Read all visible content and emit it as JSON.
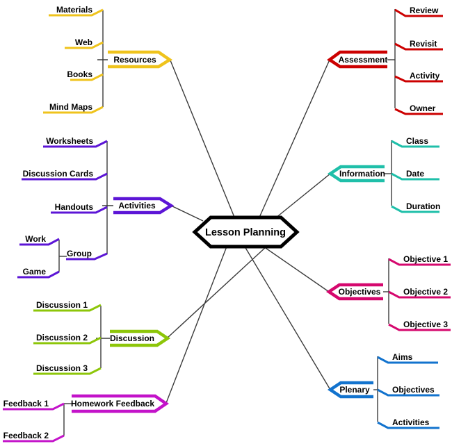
{
  "diagram": {
    "title": "Lesson Planning mind map",
    "background": "#ffffff",
    "connector_color": "#3b3b3b"
  },
  "center": {
    "label": "Lesson Planning",
    "border_color": "#000000"
  },
  "branches": {
    "resources": {
      "label": "Resources",
      "color": "#EFC31C",
      "children": [
        "Materials",
        "Web",
        "Books",
        "Mind Maps"
      ]
    },
    "activities": {
      "label": "Activities",
      "color": "#5C15D6",
      "children": [
        "Worksheets",
        "Discussion Cards",
        "Handouts",
        "Group"
      ],
      "group_children": [
        "Work",
        "Game"
      ]
    },
    "discussion": {
      "label": "Discussion",
      "color": "#8DC609",
      "children": [
        "Discussion 1",
        "Discussion 2",
        "Discussion 3"
      ]
    },
    "homework": {
      "label": "Homework Feedback",
      "color": "#C313C9",
      "children": [
        "Feedback 1",
        "Feedback 2"
      ]
    },
    "assessment": {
      "label": "Assessment",
      "color": "#CC0000",
      "children": [
        "Review",
        "Revisit",
        "Activity",
        "Owner"
      ]
    },
    "information": {
      "label": "Information",
      "color": "#1FBFA9",
      "children": [
        "Class",
        "Date",
        "Duration"
      ]
    },
    "objectives": {
      "label": "Objectives",
      "color": "#D5086E",
      "children": [
        "Objective 1",
        "Objective 2",
        "Objective 3"
      ]
    },
    "plenary": {
      "label": "Plenary",
      "color": "#1273CE",
      "children": [
        "Aims",
        "Objectives",
        "Activities"
      ]
    }
  }
}
